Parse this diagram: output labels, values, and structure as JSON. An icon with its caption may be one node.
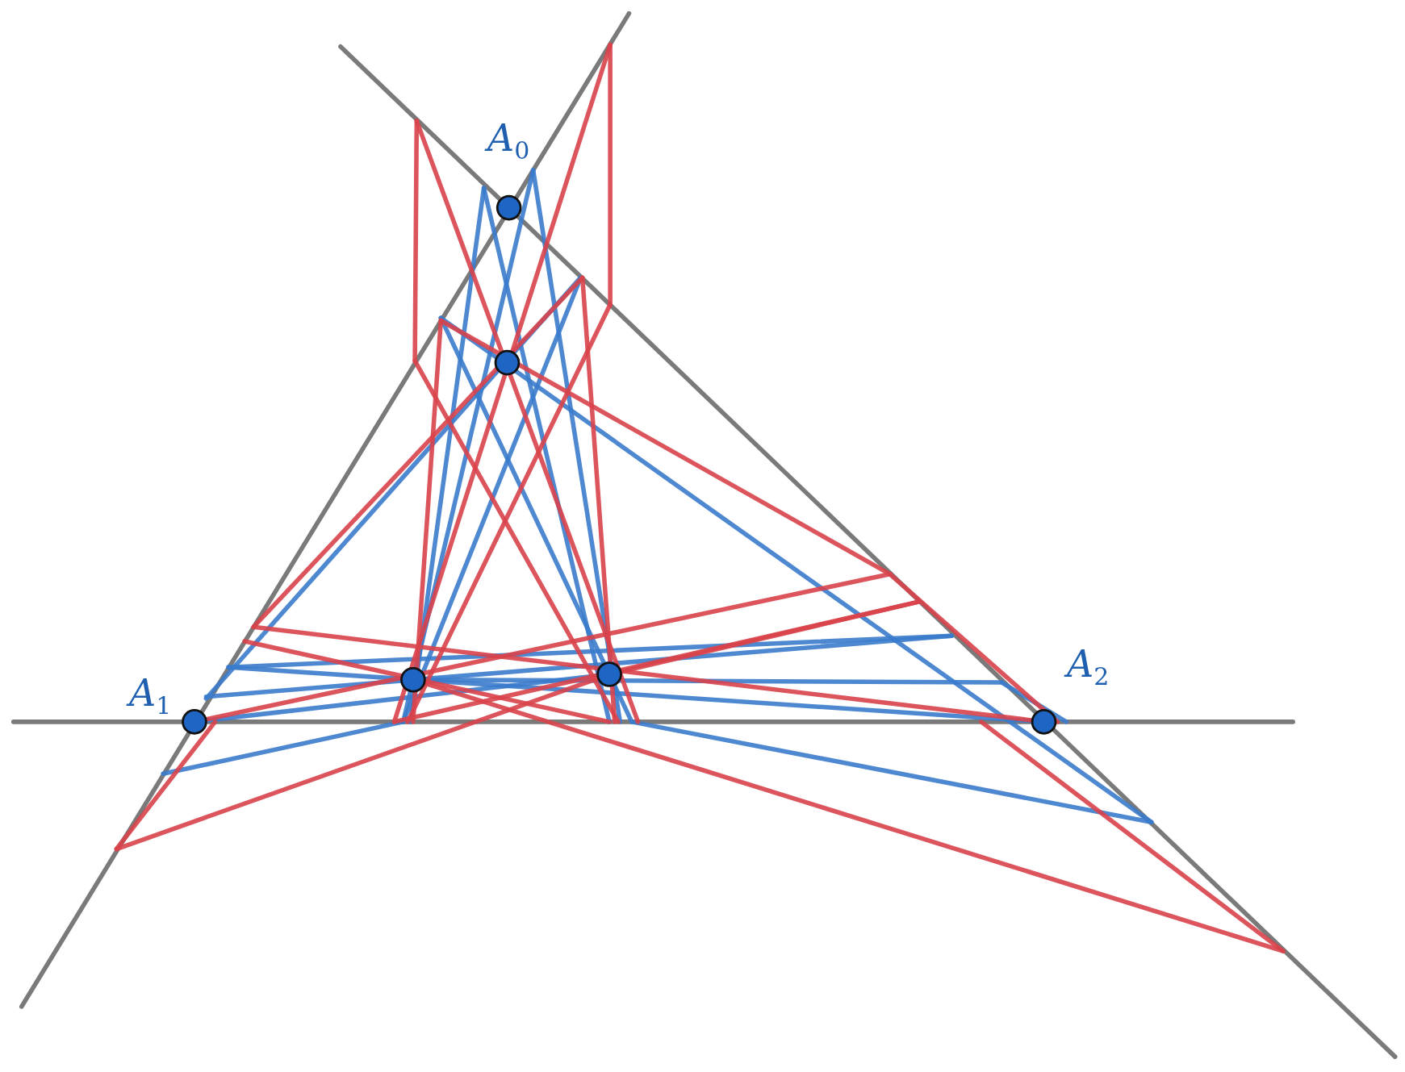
{
  "diagram": {
    "labels": [
      "*A*$_{0}$",
      "*A*$_{1}$",
      "*A*$_{2}$"
    ]
  }
}
